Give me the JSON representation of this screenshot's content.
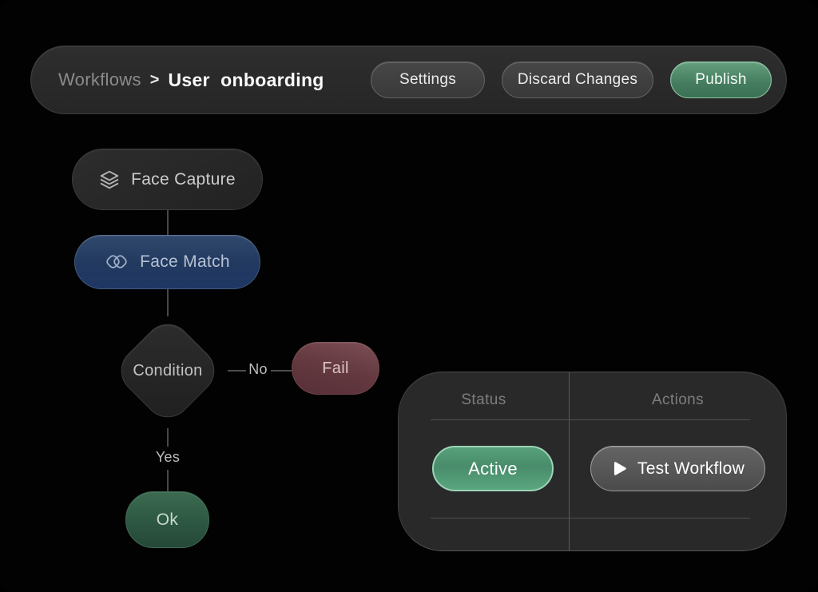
{
  "topbar": {
    "breadcrumb": {
      "section": "Workflows",
      "separator": ">",
      "current": "User  onboarding"
    },
    "settings_label": "Settings",
    "discard_label": "Discard Changes",
    "publish_label": "Publish"
  },
  "flowchart": {
    "face_capture": {
      "label": "Face Capture",
      "icon": "layers-icon"
    },
    "face_match": {
      "label": "Face Match",
      "icon": "overlap-diamonds-icon"
    },
    "condition": {
      "label": "Condition"
    },
    "fail": {
      "label": "Fail"
    },
    "ok": {
      "label": "Ok"
    },
    "edge_no_label": "No",
    "edge_yes_label": "Yes"
  },
  "panel": {
    "status_header": "Status",
    "actions_header": "Actions",
    "status_value": "Active",
    "test_button": {
      "label": "Test Workflow",
      "icon": "play-icon"
    }
  },
  "colors": {
    "background": "#020202",
    "surface": "#292929",
    "accent_green": "#55a07c",
    "badge_green_rim": "#9cd3b6",
    "node_blue": "#22395f",
    "node_red": "#643940",
    "node_green": "#2d5742",
    "text_primary": "#fafafa",
    "text_muted": "#8b8b8b"
  }
}
